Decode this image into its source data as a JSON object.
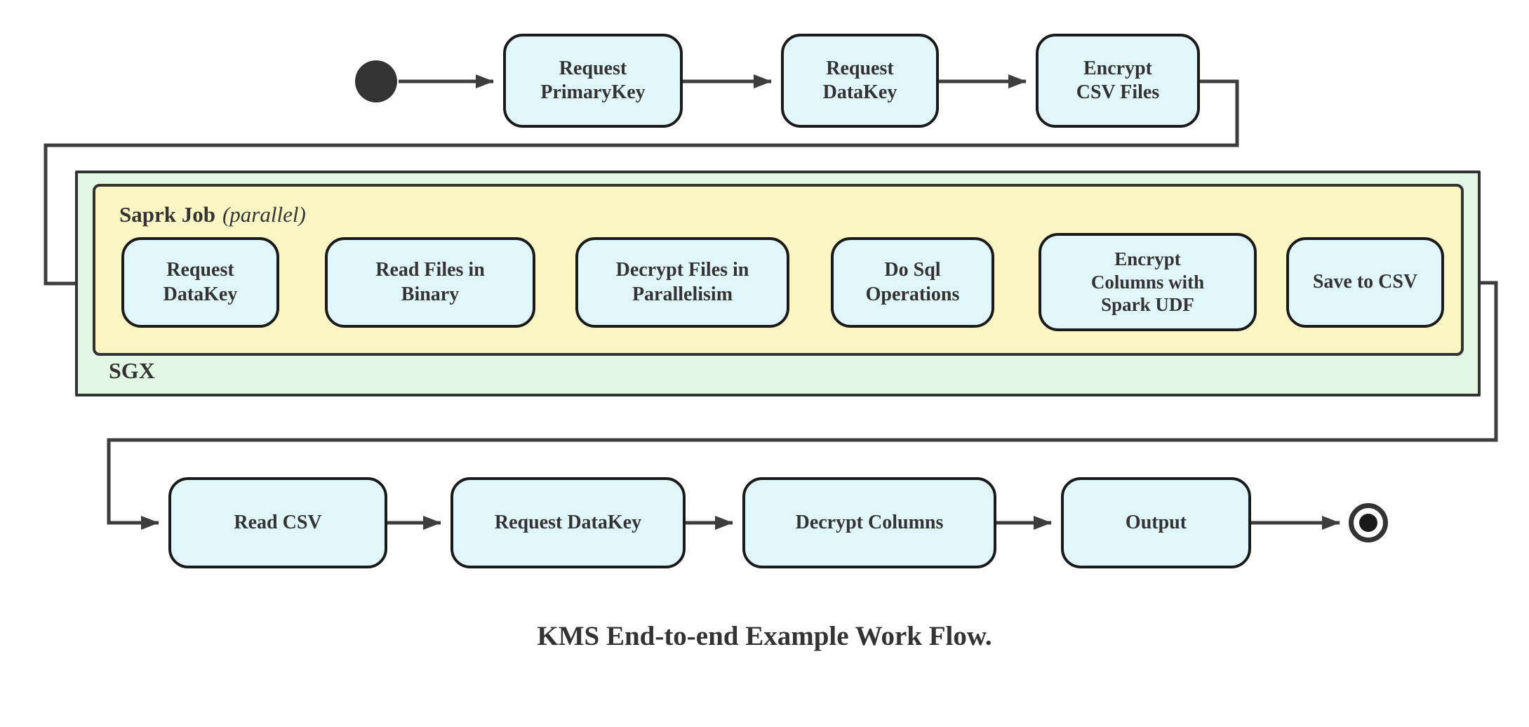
{
  "caption": "KMS End-to-end Example Work Flow.",
  "colors": {
    "node_fill": "#e0f6fb",
    "node_border": "#1a1a1a",
    "sgx_fill": "#e2f8e4",
    "sgx_border": "#333333",
    "spark_fill": "#fcf6c4",
    "spark_border": "#333333",
    "edge": "#3d3d3d",
    "text": "#333333",
    "start_node_fill": "#333333"
  },
  "flow": {
    "top_row": {
      "nodes": [
        {
          "label": "Request\nPrimaryKey"
        },
        {
          "label": "Request\nDataKey"
        },
        {
          "label": "Encrypt\nCSV Files"
        }
      ]
    },
    "sgx_container": {
      "label": "SGX",
      "spark_container": {
        "label": "Saprk Job",
        "qualifier": "(parallel)",
        "nodes": [
          {
            "label": "Request\nDataKey"
          },
          {
            "label": "Read Files in\nBinary"
          },
          {
            "label": "Decrypt Files in\nParallelisim"
          },
          {
            "label": "Do Sql\nOperations"
          },
          {
            "label": "Encrypt\nColumns with\nSpark UDF"
          },
          {
            "label": "Save to CSV"
          }
        ]
      }
    },
    "bottom_row": {
      "nodes": [
        {
          "label": "Read CSV"
        },
        {
          "label": "Request DataKey"
        },
        {
          "label": "Decrypt Columns"
        },
        {
          "label": "Output"
        }
      ]
    }
  }
}
